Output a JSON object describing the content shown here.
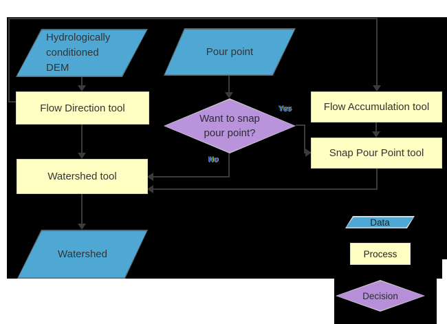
{
  "nodes": {
    "dem": {
      "type": "data",
      "label": "Hydrologically conditioned DEM"
    },
    "pour_point": {
      "type": "data",
      "label": "Pour point"
    },
    "flow_direction": {
      "type": "process",
      "label": "Flow Direction tool"
    },
    "flow_accumulation": {
      "type": "process",
      "label": "Flow Accumulation tool"
    },
    "snap_decision": {
      "type": "decision",
      "label": "Want to snap pour point?"
    },
    "snap_pour_point": {
      "type": "process",
      "label": "Snap Pour Point tool"
    },
    "watershed_tool": {
      "type": "process",
      "label": "Watershed tool"
    },
    "watershed": {
      "type": "data",
      "label": "Watershed"
    }
  },
  "edge_labels": {
    "yes": "Yes",
    "no": "No"
  },
  "edges": [
    {
      "from": "Hydrologically conditioned DEM",
      "to": "Flow Direction tool",
      "label": ""
    },
    {
      "from": "Flow Direction tool",
      "to": "Flow Accumulation tool",
      "label": ""
    },
    {
      "from": "Pour point",
      "to": "Want to snap pour point?",
      "label": ""
    },
    {
      "from": "Want to snap pour point?",
      "to": "Snap Pour Point tool",
      "label": "Yes"
    },
    {
      "from": "Want to snap pour point?",
      "to": "Watershed tool",
      "label": "No"
    },
    {
      "from": "Flow Accumulation tool",
      "to": "Snap Pour Point tool",
      "label": ""
    },
    {
      "from": "Snap Pour Point tool",
      "to": "Watershed tool",
      "label": ""
    },
    {
      "from": "Flow Direction tool",
      "to": "Watershed tool",
      "label": ""
    },
    {
      "from": "Watershed tool",
      "to": "Watershed",
      "label": ""
    }
  ],
  "legend": {
    "data": "Data",
    "process": "Process",
    "decision": "Decision"
  },
  "colors": {
    "background": "#000000",
    "data_fill": "#4fa8d3",
    "process_fill": "#ffffc3",
    "decision_fill": "#ba93dd",
    "connector": "#3b3b3b"
  }
}
